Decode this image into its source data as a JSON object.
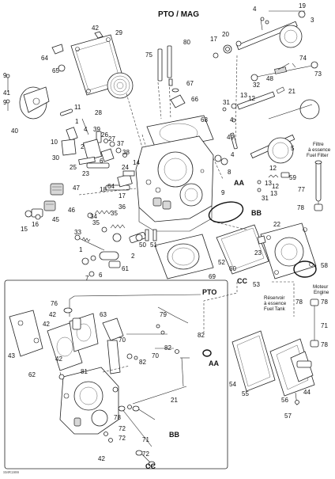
{
  "titles": {
    "main": "PTO / MAG",
    "inset": "PTO"
  },
  "callouts": {
    "aa_main": "AA",
    "bb_main": "BB",
    "cc_main": "CC",
    "aa_inset": "AA",
    "bb_inset": "BB",
    "cc_inset": "CC"
  },
  "captions": {
    "fuel_filter_fr": "Filtre",
    "fuel_filter_fr2": "à essence",
    "fuel_filter_en": "Fuel Filter",
    "engine_fr": "Moteur",
    "engine_en": "Engine",
    "tank_fr": "Réservoir",
    "tank_fr2": "à essence",
    "tank_en": "Fuel Tank"
  },
  "part_numbers": {
    "n1": "1",
    "n2": "2",
    "n3": "3",
    "n4": "4",
    "n5": "5",
    "n6": "6",
    "n7": "7",
    "n8": "8",
    "n9": "9",
    "n10": "10",
    "n11": "11",
    "n12": "12",
    "n13": "13",
    "n14": "14",
    "n15": "15",
    "n16": "16",
    "n17": "17",
    "n18": "18",
    "n19": "19",
    "n20": "20",
    "n21": "21",
    "n22": "22",
    "n23": "23",
    "n24": "24",
    "n25": "25",
    "n26": "26",
    "n27": "27",
    "n28": "28",
    "n29": "29",
    "n30": "30",
    "n31": "31",
    "n32": "32",
    "n33": "33",
    "n34": "34",
    "n35": "35",
    "n36": "36",
    "n37": "37",
    "n38": "38",
    "n39": "39",
    "n40": "40",
    "n41": "41",
    "n42": "42",
    "n43": "43",
    "n44": "44",
    "n45": "45",
    "n46": "46",
    "n47": "47",
    "n48": "48",
    "n49": "49",
    "n50": "50",
    "n51": "51",
    "n52": "52",
    "n53": "53",
    "n54": "54",
    "n55": "55",
    "n56": "56",
    "n57": "57",
    "n58": "58",
    "n59": "59",
    "n60": "60",
    "n61": "61",
    "n62": "62",
    "n63": "63",
    "n64": "64",
    "n65": "65",
    "n66": "66",
    "n67": "67",
    "n68": "68",
    "n69": "69",
    "n70": "70",
    "n71": "71",
    "n72": "72",
    "n73": "73",
    "n74": "74",
    "n75": "75",
    "n76": "76",
    "n77": "77",
    "n78": "78",
    "n79": "79",
    "n80": "80",
    "n81": "81",
    "n82": "82"
  },
  "footer_code": "SMR1999"
}
